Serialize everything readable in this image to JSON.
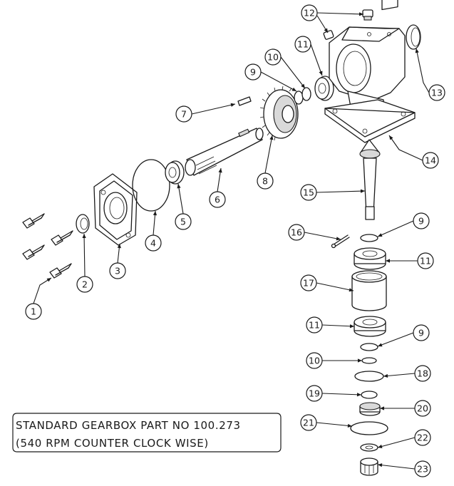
{
  "title_lines": [
    "STANDARD GEARBOX PART NO 100.273",
    "(540 RPM COUNTER CLOCK WISE)"
  ],
  "callouts": [
    {
      "label": "1"
    },
    {
      "label": "2"
    },
    {
      "label": "3"
    },
    {
      "label": "4"
    },
    {
      "label": "5"
    },
    {
      "label": "6"
    },
    {
      "label": "7"
    },
    {
      "label": "8"
    },
    {
      "label": "9"
    },
    {
      "label": "10"
    },
    {
      "label": "11"
    },
    {
      "label": "12"
    },
    {
      "label": "13"
    },
    {
      "label": "14"
    },
    {
      "label": "15"
    },
    {
      "label": "9"
    },
    {
      "label": "16"
    },
    {
      "label": "11"
    },
    {
      "label": "17"
    },
    {
      "label": "11"
    },
    {
      "label": "9"
    },
    {
      "label": "10"
    },
    {
      "label": "18"
    },
    {
      "label": "19"
    },
    {
      "label": "20"
    },
    {
      "label": "21"
    },
    {
      "label": "22"
    },
    {
      "label": "23"
    }
  ]
}
